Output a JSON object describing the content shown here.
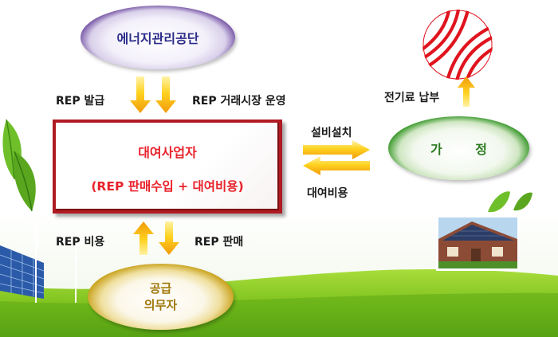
{
  "agency": {
    "label": "에너지관리공단"
  },
  "center": {
    "title": "대여사업자",
    "subtitle": "(REP 판매수입 + 대여비용)"
  },
  "household": {
    "label": "가 정"
  },
  "supplier": {
    "line1": "공급",
    "line2": "의무자"
  },
  "labels": {
    "rep_issue": "REP 발급",
    "rep_market": "REP 거래시장 운영",
    "electricity_payment": "전기료 납부",
    "equipment_install": "설비설치",
    "rental_fee": "대여비용",
    "rep_cost": "REP 비용",
    "rep_sale": "REP 판매"
  },
  "colors": {
    "arrow_fill": "#ffd21f",
    "arrow_edge": "#f09a0a",
    "box_border": "#b01a22",
    "box_text": "#e8222b",
    "logo_red": "#e0141e",
    "grass": "#7fc31f"
  }
}
